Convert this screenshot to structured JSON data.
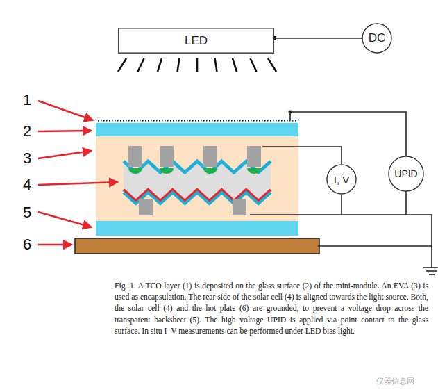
{
  "diagram": {
    "caption": "Fig. 1. A TCO layer (1) is deposited on the glass surface (2) of the mini-module. An EVA (3) is used as encapsulation. The rear side of the solar cell (4) is aligned towards the light source. Both, the solar cell (4) and the hot plate (6) are grounded, to prevent a voltage drop across the transparent backsheet (5). The high voltage UPID is applied via point contact to the glass surface. In situ I–V measurements can be performed under LED bias light.",
    "nodes": [
      {
        "text": [
          "LED"
        ]
      },
      {
        "text": [
          "DC"
        ]
      },
      {
        "text": [
          "I, V"
        ]
      },
      {
        "text": [
          "UPID"
        ]
      }
    ],
    "edges": [
      {
        "from": 0,
        "to": 1,
        "arrow": "none"
      }
    ],
    "labels": [
      "1",
      "2",
      "3",
      "4",
      "5",
      "6",
      "仪器信息网"
    ]
  }
}
